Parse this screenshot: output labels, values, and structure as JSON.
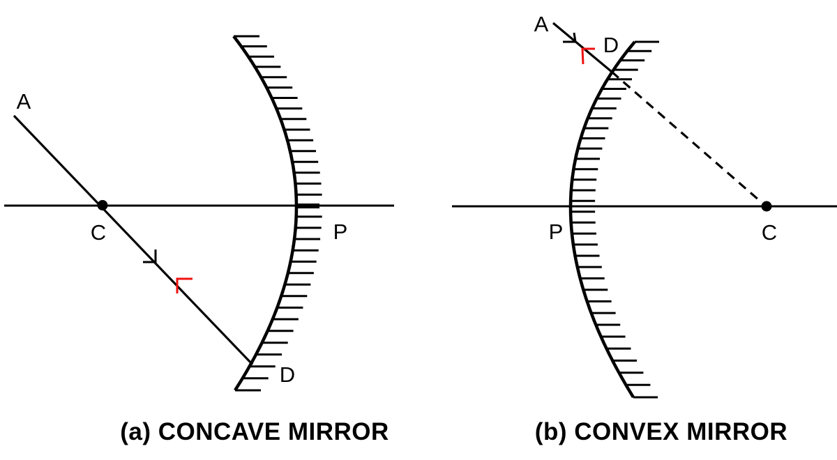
{
  "colors": {
    "ink": "#000000",
    "reflected_ray_accent": "#ee1111"
  },
  "diagrams": {
    "concave": {
      "caption": "(a) CONCAVE MIRROR",
      "labels": {
        "ray_origin": "A",
        "center_of_curvature": "C",
        "pole": "P",
        "incidence_point": "D"
      }
    },
    "convex": {
      "caption": "(b) CONVEX MIRROR",
      "labels": {
        "ray_origin": "A",
        "incidence_point": "D",
        "pole": "P",
        "center_of_curvature": "C"
      }
    }
  }
}
